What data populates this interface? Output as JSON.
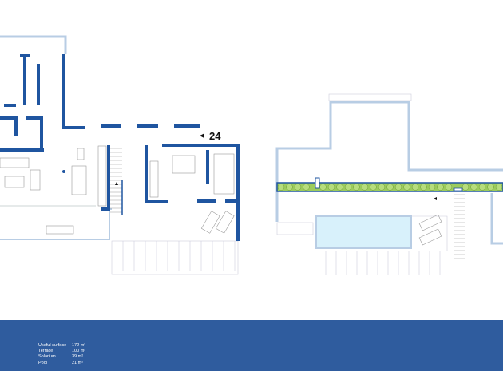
{
  "plan": {
    "unit_number": "24",
    "colors": {
      "wall": "#1f55a0",
      "light_wall": "#b8cde4",
      "hedge": "#9ccc5c",
      "pool": "#d8f1fb",
      "footer": "#2f5c9e"
    }
  },
  "areas": [
    {
      "label": "Useful surface",
      "value": "172 m²"
    },
    {
      "label": "Terrace",
      "value": "100 m²"
    },
    {
      "label": "Solarium",
      "value": "39 m²"
    },
    {
      "label": "Pool",
      "value": "21 m²"
    }
  ]
}
